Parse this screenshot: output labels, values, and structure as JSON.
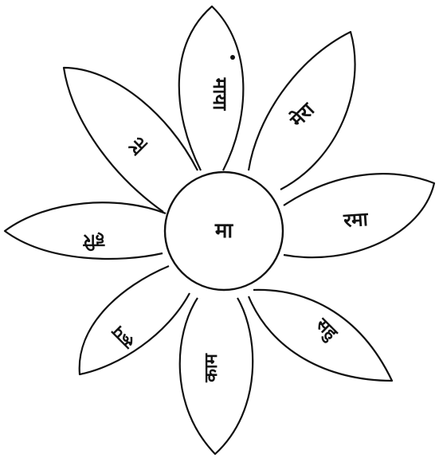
{
  "diagram": {
    "center": {
      "text": "मा"
    },
    "petals": [
      {
        "id": "top",
        "text": "माया"
      },
      {
        "id": "upper-right",
        "text": "मेरा"
      },
      {
        "id": "right",
        "text": "रमा"
      },
      {
        "id": "lower-right",
        "text": "सहु"
      },
      {
        "id": "bottom",
        "text": "काम"
      },
      {
        "id": "lower-left",
        "text": "रूप"
      },
      {
        "id": "left",
        "text": "हरि"
      },
      {
        "id": "upper-left",
        "text": "तर"
      }
    ],
    "colors": {
      "stroke": "#111111",
      "background": "#ffffff"
    }
  }
}
